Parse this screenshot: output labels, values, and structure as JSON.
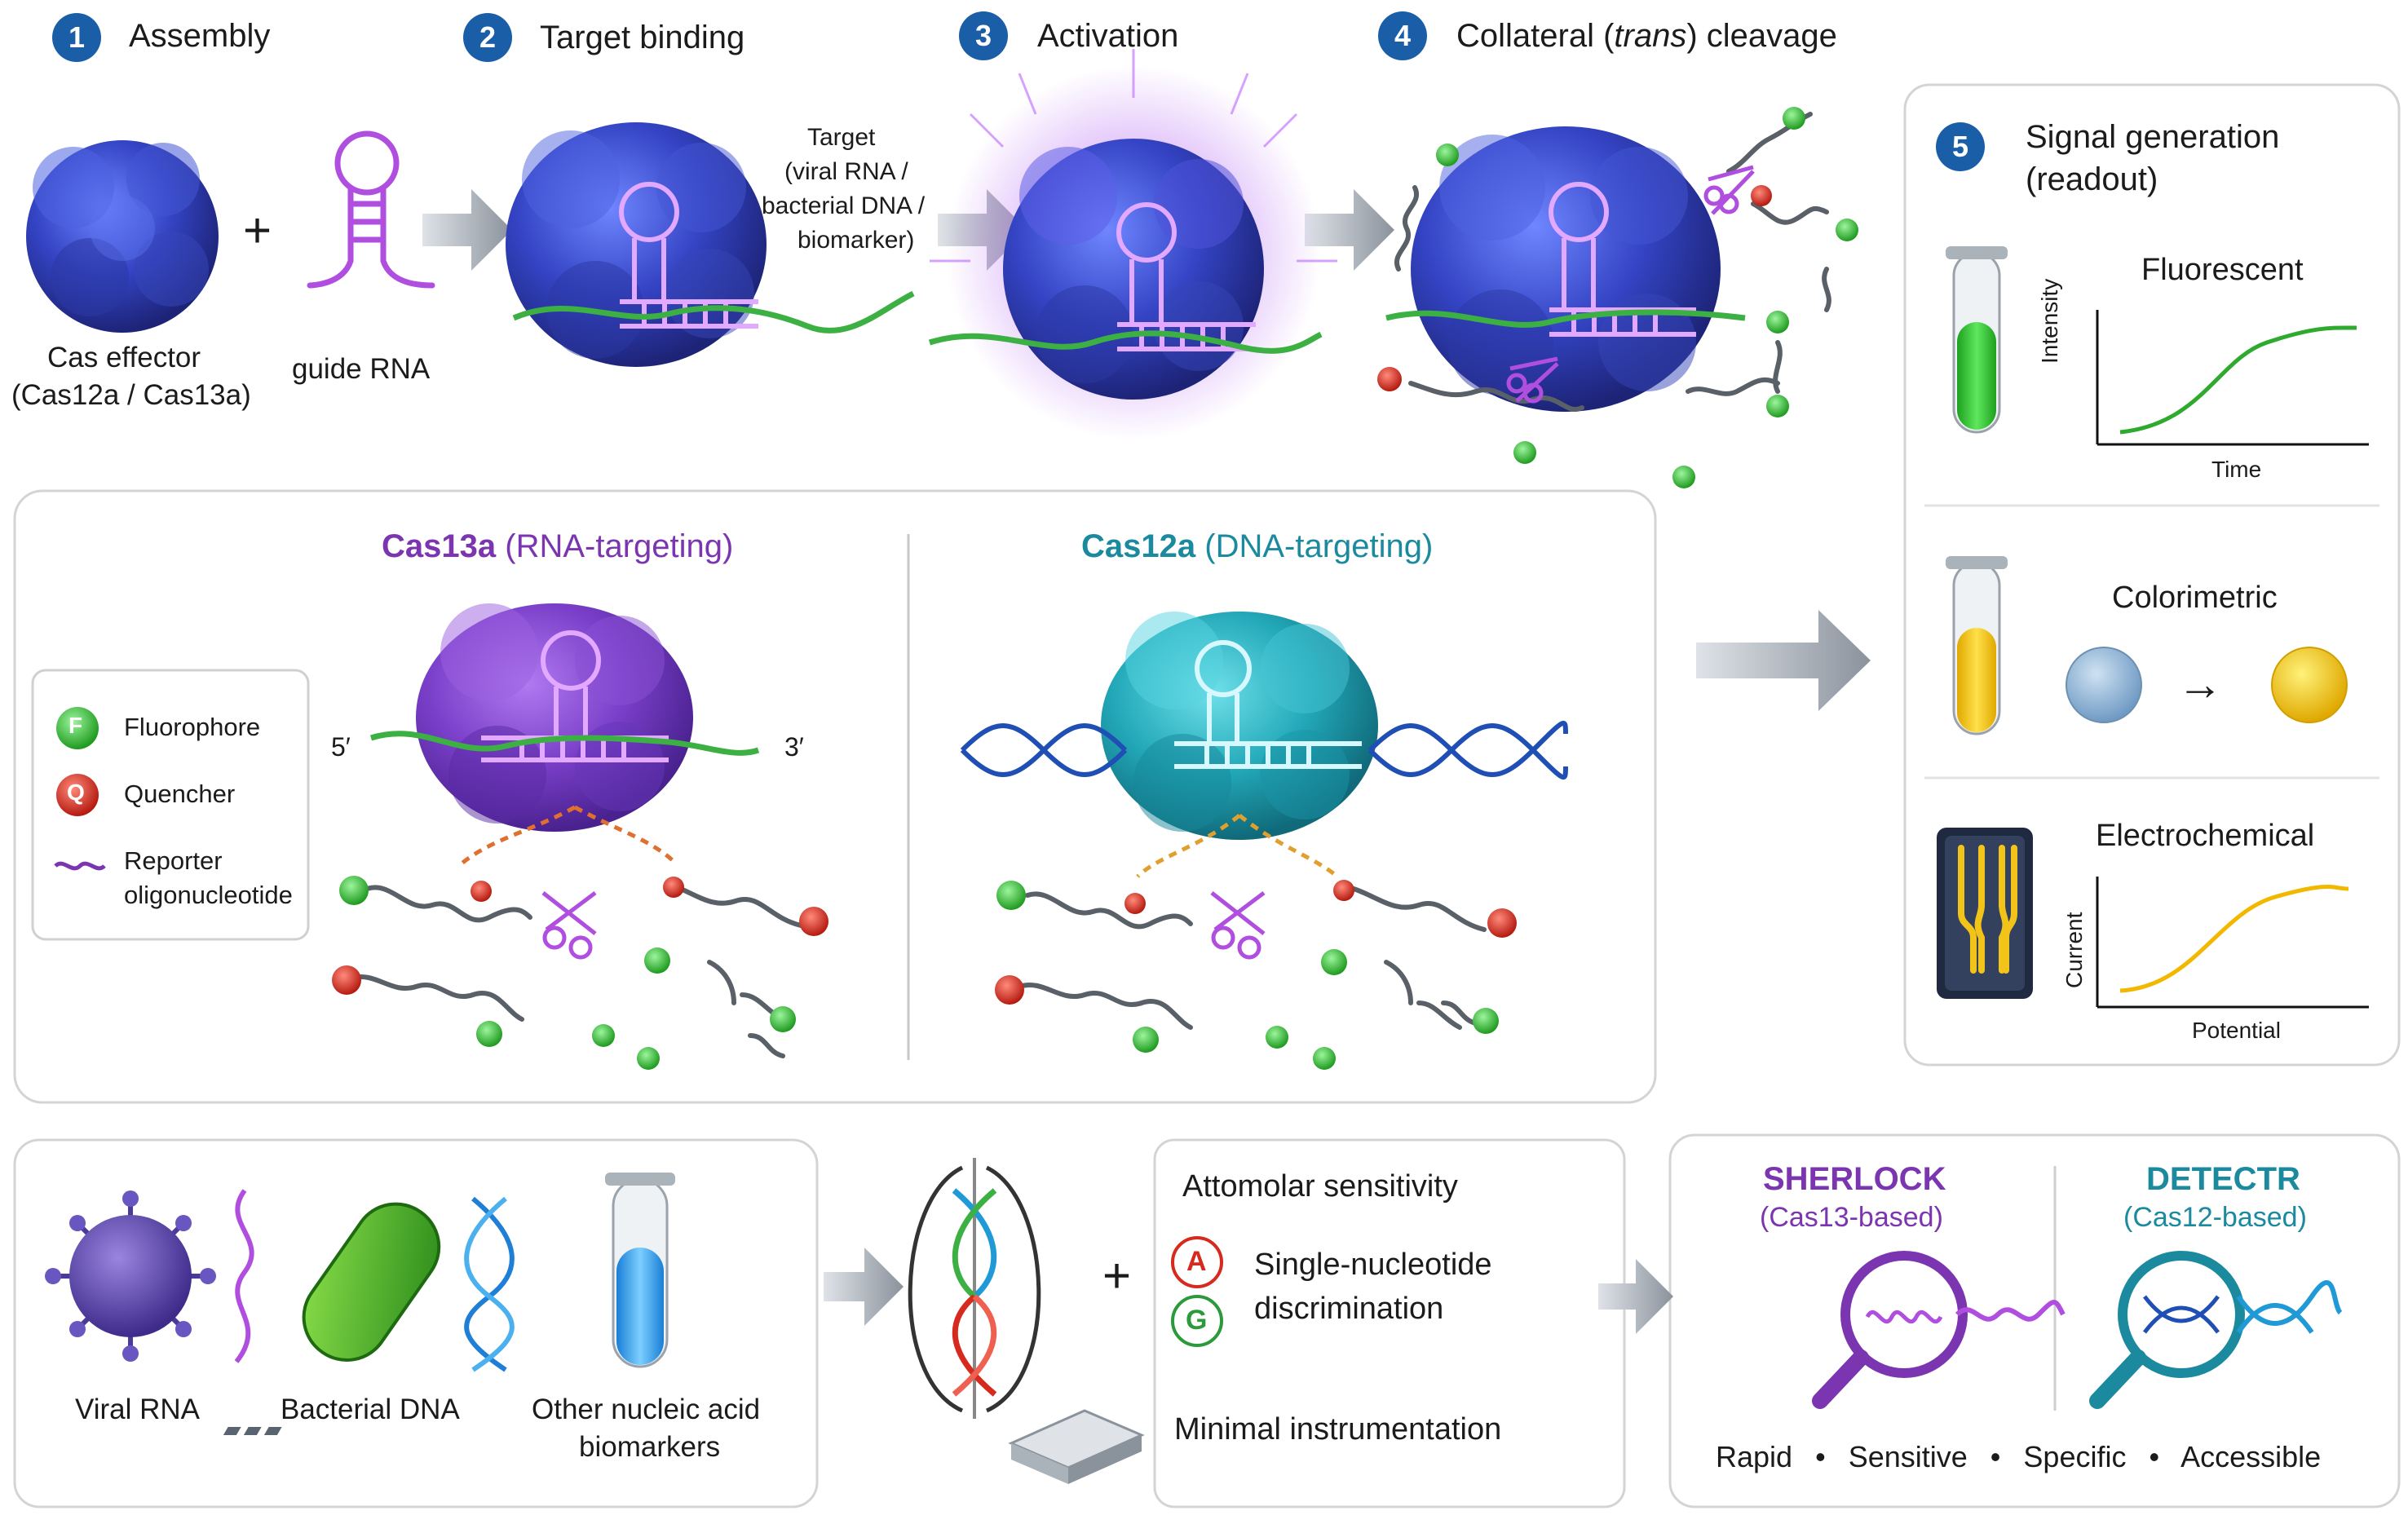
{
  "steps": [
    {
      "num": "1",
      "label": "Assembly"
    },
    {
      "num": "2",
      "label": "Target binding"
    },
    {
      "num": "3",
      "label": "Activation"
    },
    {
      "num": "4",
      "label_pre": "Collateral (",
      "label_em": "trans",
      "label_post": ") cleavage"
    },
    {
      "num": "5",
      "label_line1": "Signal generation",
      "label_line2": "(readout)"
    }
  ],
  "assembly": {
    "cas_line1": "Cas effector",
    "cas_line2": "(Cas12a / Cas13a)",
    "plus": "+",
    "guide": "guide RNA"
  },
  "target": {
    "line1": "Target",
    "line2": "(viral RNA /",
    "line3": "bacterial DNA /",
    "line4": "biomarker)"
  },
  "mechanism": {
    "cas13_name": "Cas13a",
    "cas13_desc": "(RNA-targeting)",
    "cas12_name": "Cas12a",
    "cas12_desc": "(DNA-targeting)",
    "five_prime": "5′",
    "three_prime": "3′",
    "legend": {
      "fluor_symbol": "F",
      "fluor_label": "Fluorophore",
      "quench_symbol": "Q",
      "quench_label": "Quencher",
      "reporter_line1": "Reporter",
      "reporter_line2": "oligonucleotide"
    }
  },
  "readout": {
    "fluorescent": {
      "title": "Fluorescent",
      "ylabel": "Intensity",
      "xlabel": "Time"
    },
    "colorimetric": {
      "title": "Colorimetric",
      "arrow": "→"
    },
    "electrochemical": {
      "title": "Electrochemical",
      "ylabel": "Current",
      "xlabel": "Potential"
    }
  },
  "targets_panel": {
    "viral": "Viral RNA",
    "bacterial": "Bacterial DNA",
    "other_line1": "Other nucleic acid",
    "other_line2": "biomarkers"
  },
  "features": {
    "plus": "+",
    "attomolar": "Attomolar sensitivity",
    "base_a": "A",
    "base_g": "G",
    "snd_line1": "Single-nucleotide",
    "snd_line2": "discrimination",
    "minimal": "Minimal instrumentation"
  },
  "platforms": {
    "sherlock_name": "SHERLOCK",
    "sherlock_sub": "(Cas13-based)",
    "detectr_name": "DETECTR",
    "detectr_sub": "(Cas12-based)",
    "qualities": [
      "Rapid",
      "Sensitive",
      "Specific",
      "Accessible"
    ],
    "bullet": "•"
  },
  "colors": {
    "badge": "#1b5ea8",
    "cas_blue": "#3a4fc4",
    "cas13": "#7b35b0",
    "cas12": "#1b8a9e",
    "guide": "#b04ee0",
    "target_strand": "#3cb043",
    "fluor": "#2fb52f",
    "quench": "#d62a1e",
    "dna": "#1f4fb5",
    "yellow": "#f2c318",
    "arrow": "#a9b0ba"
  }
}
